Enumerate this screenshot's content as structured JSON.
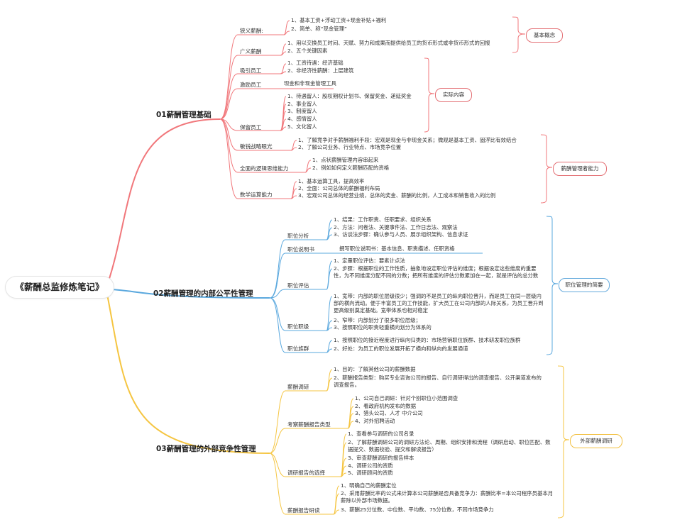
{
  "root": {
    "title": "《薪酬总监修炼笔记》"
  },
  "colors": {
    "red": "#f1777b",
    "blue": "#5aa8de",
    "yellow": "#f5c541"
  },
  "sections": [
    {
      "title": "01薪酬管理基础",
      "summaries": [
        "基本概念",
        "实际内容",
        "薪酬管理者能力"
      ],
      "nodes": [
        {
          "label": "狭义薪酬:",
          "items": [
            "1、基本工资+浮动工资+现金补贴+福利",
            "2、简单、称“现金管理”"
          ]
        },
        {
          "label": "广义薪酬",
          "items": [
            "1、用以交换员工时间、天赋、努力和成果而提供给员工的货币形式或非货币形式的回报",
            "2、五个关键因素"
          ]
        },
        {
          "label": "吸引员工",
          "items": [
            "1、工资待遇：经济基础",
            "2、非经济性薪酬：上层建筑"
          ]
        },
        {
          "label": "激励员工",
          "items": [
            "现金和非现金管理工具"
          ]
        },
        {
          "label": "保留员工",
          "items": [
            "1、待遇留人：股权期权计划书、保留奖金、递延奖金",
            "2、事业留人",
            "3、制度留人",
            "4、感情留人",
            "5、文化留人"
          ]
        },
        {
          "label": "敏锐战略眼光",
          "items": [
            "1、了解竞争对手薪酬福利手段：宏观是现金与非现金关系；微观是基本工资、固浮比有效结合",
            "2、了解公司业务、行业特点、市场竞争位置"
          ]
        },
        {
          "label": "全面的逻辑思维能力",
          "items": [
            "1、点状薪酬管理内容串起来",
            "2、例如如何定义薪酬匹配的资格"
          ]
        },
        {
          "label": "数学运算能力",
          "items": [
            "1、基本运算工具，提高效率",
            "2、全面：公司总体的薪酬福利布局",
            "3、宏观公司总体的经营业绩，总体的奖金、薪酬的比例，人工成本和销售收入的比例"
          ]
        }
      ]
    },
    {
      "title": "02薪酬管理的内部公平性管理",
      "summaries": [
        "职位管理的简要"
      ],
      "nodes": [
        {
          "label": "职位分析",
          "items": [
            "1、结果：工作职责、任职要求、组织关系",
            "2、方法：问卷法、关键事件法、工作日志法、观察法",
            "3、访谈法步骤：确认参与人员、展示组织架构、信息求证"
          ]
        },
        {
          "label": "职位说明书",
          "items": [
            "撰写职位说明书：基本信息、职责描述、任职资格"
          ]
        },
        {
          "label": "职位评估",
          "items": [
            "1、定量职位评估：要素计点法",
            "2、步骤：根据职位的工作性质，抽象地设定职位评估的维度；根据设定这些维度的重要性，为不同维度分配不同的分数；把所有维度的评估分数累加在一起，就是评估的总分数"
          ]
        },
        {
          "label": "职位职级",
          "items": [
            "1、宽带：内部的职位层级很少；强调的不是员工的纵向职位晋升，而是员工在同一层级内部的横向流动。便于丰富员工的工作技能，扩大员工在公司内部的人际关系，为员工晋升到更高级别奠定基础。宽带体系也相对稳定",
            "2、窄带：内部划分了很多职位层级；",
            "3、按照职位的职责轻重横向划分为体系的"
          ]
        },
        {
          "label": "职位族群",
          "items": [
            "1、按照职位的接近程度进行纵向归类的：市场营销职位族群、技术研发职位族群",
            "2、好处：为员工的职位发展开拓了横向和纵向的发展通道"
          ]
        }
      ]
    },
    {
      "title": "03薪酬管理的外部竞争性管理",
      "summaries": [
        "外部薪酬调研"
      ],
      "nodes": [
        {
          "label": "薪酬调研",
          "items": [
            "1、目的：了解其他公司的薪酬数据",
            "2、薪酬报告类型：购买专业咨询公司的报告、自行调研得出的调查报告、公开渠道发布的调查报告。"
          ]
        },
        {
          "label": "考察薪酬报告类型",
          "items": [
            "1、公司自己调研：针对个别职位小范围调查",
            "2、看政府机构发布的数据",
            "3、猎头公司、人才 中介公司",
            "4、对外招聘活动"
          ]
        },
        {
          "label": "调研报告的选择",
          "items": [
            "1、查看参与调研的公司名录",
            "2、了解薪酬调研公司的调研方法论、周期、组织安排和流程（调研启动、职位匹配、数据提交、数据校验、提交和解读报告）",
            "3、审查薪酬调研的报告样本",
            "4、调研公司的资质",
            "5、调研顾问的资质"
          ]
        },
        {
          "label": "薪酬报告研读",
          "items": [
            "1、明确自己的薪酬定位",
            "2、采用薪酬比率的公式来计算本公司薪酬是否具备竞争力：薪酬比率=本公司程序员基本月薪除以外部市场数据。",
            "3、薪酬25分位数、中位数、平均数、75分位数，不同市场竞争力"
          ]
        }
      ]
    }
  ]
}
